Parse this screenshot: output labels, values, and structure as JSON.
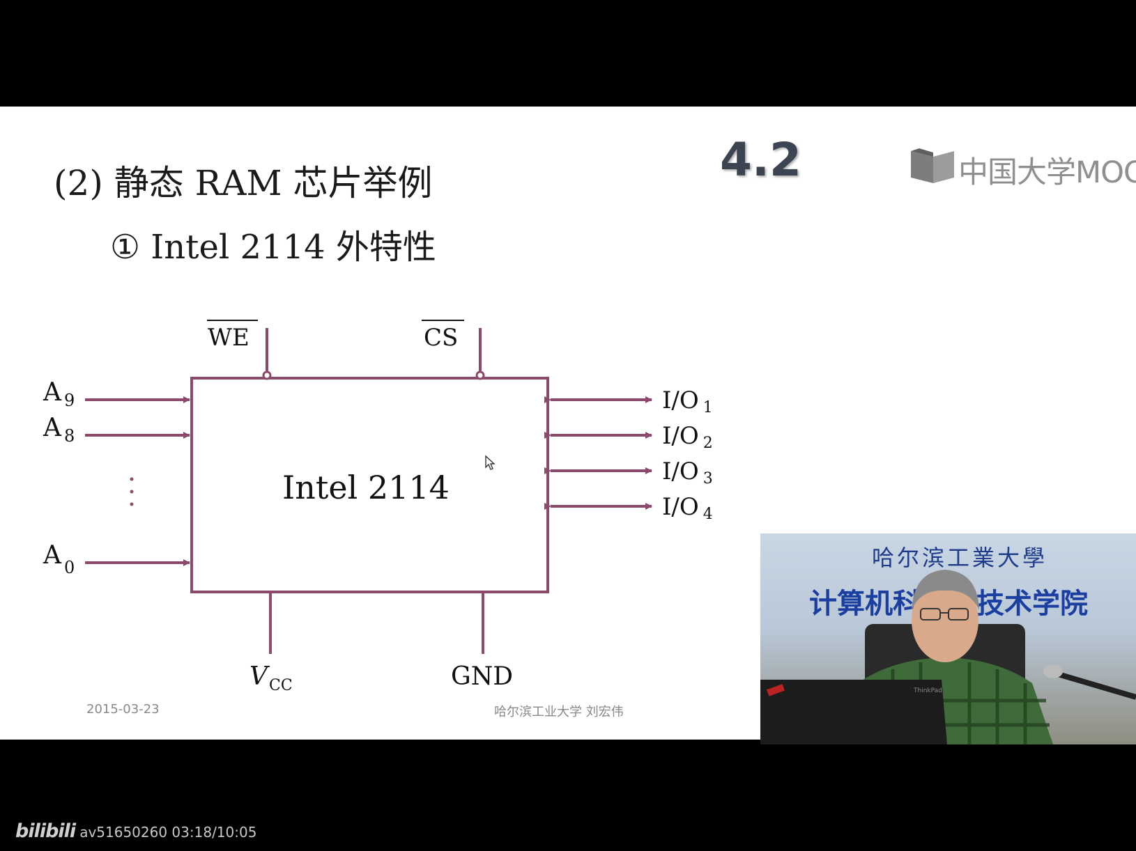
{
  "slide": {
    "title": "(2) 静态 RAM 芯片举例",
    "subtitle": "① Intel 2114 外特性",
    "section_number": "4.2",
    "logo_text": "中国大学MOOC",
    "footer_date": "2015-03-23",
    "footer_author": "哈尔滨工业大学  刘宏伟"
  },
  "diagram": {
    "chip_label": "Intel 2114",
    "top_pins": {
      "we": "WE",
      "cs": "CS"
    },
    "address_pins": [
      {
        "letter": "A",
        "sub": "9"
      },
      {
        "letter": "A",
        "sub": "8"
      },
      {
        "letter": "A",
        "sub": "0"
      }
    ],
    "io_pins": [
      {
        "letter": "I/O",
        "sub": "1"
      },
      {
        "letter": "I/O",
        "sub": "2"
      },
      {
        "letter": "I/O",
        "sub": "3"
      },
      {
        "letter": "I/O",
        "sub": "4"
      }
    ],
    "ellipsis": "⋮",
    "vcc": {
      "letter": "V",
      "sub": "CC"
    },
    "gnd": "GND",
    "line_color": "#8b4a6b"
  },
  "webcam": {
    "banner_top": "哈尔滨工業大學",
    "banner_main": "计算机科学与技术学院"
  },
  "player": {
    "logo": "bilibili",
    "info": "av51650260 03:18/10:05"
  }
}
